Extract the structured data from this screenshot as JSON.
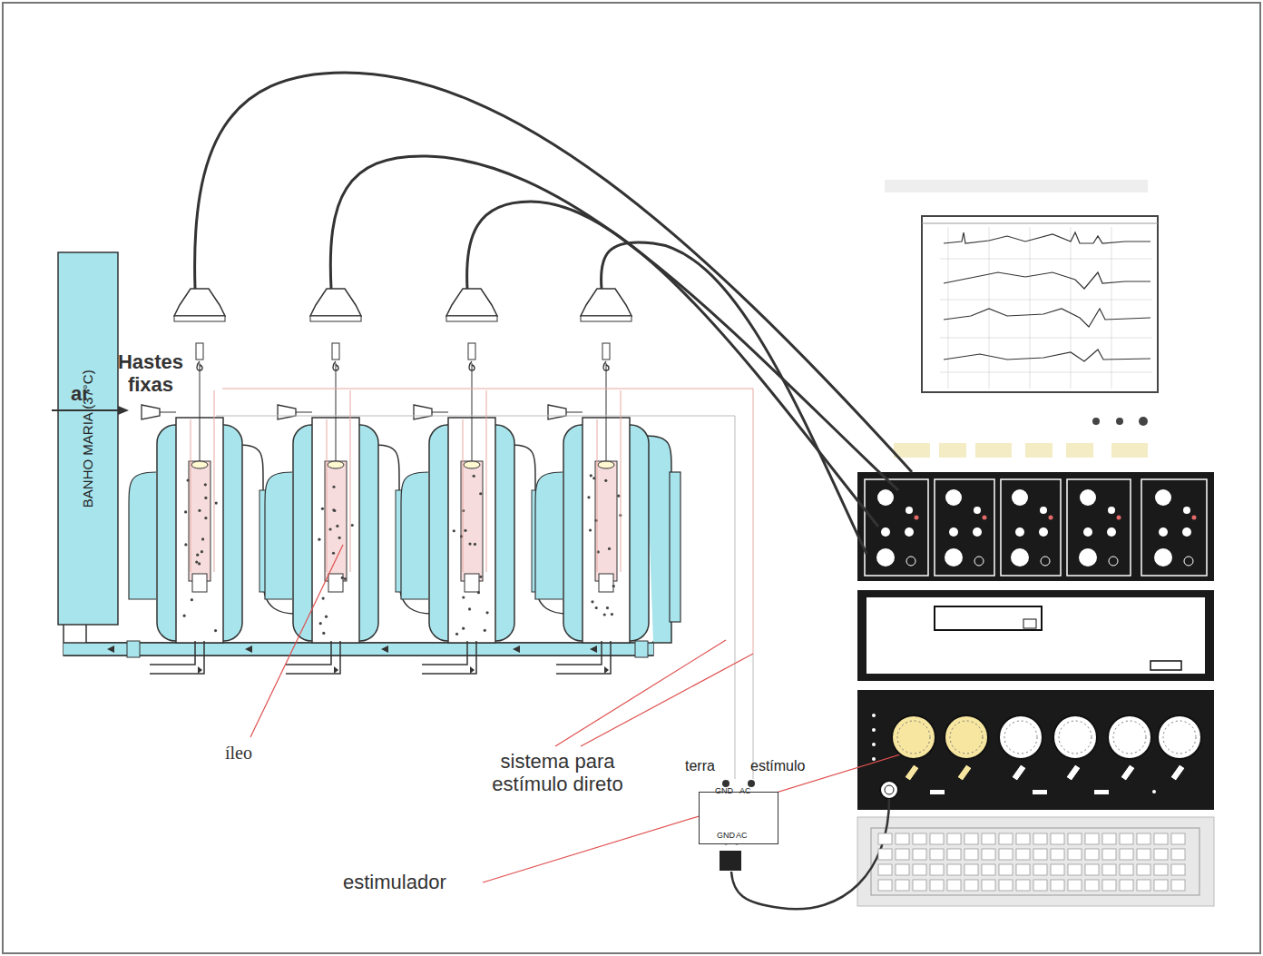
{
  "diagram": {
    "nodes": [
      {
        "text": [
          "BANHO MARIA (37°C)"
        ]
      },
      {
        "text": [
          "terra",
          "estímulo",
          "GND",
          "AC",
          "GND",
          "AC"
        ]
      }
    ],
    "labels": [
      "ar",
      "Hastes fixas",
      "íleo",
      "sistema para estímulo direto",
      "estimulador"
    ]
  }
}
